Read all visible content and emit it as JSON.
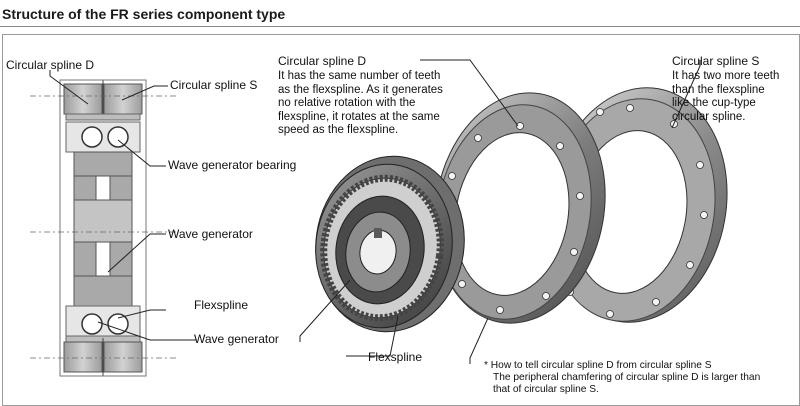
{
  "title": "Structure of the FR series component type",
  "labels": {
    "csd_left": "Circular spline D",
    "css_left": "Circular spline S",
    "wg_bearing": "Wave generator bearing",
    "wave_generator": "Wave generator",
    "flexspline_left": "Flexspline",
    "wave_generator_2": "Wave generator",
    "flexspline_center": "Flexspline",
    "csd_callout_title": "Circular spline D",
    "css_callout_title": "Circular spline S"
  },
  "descriptions": {
    "csd": [
      "It has the same number of teeth",
      "as the flexspline. As it generates",
      "no relative rotation with the",
      "flexspline, it rotates at the same",
      "speed as the flexspline."
    ],
    "css": [
      "It has two more teeth",
      "than the flexspline",
      "like the cup-type",
      "circular spline."
    ]
  },
  "note": {
    "line1": "*  How to tell circular spline D from circular spline S",
    "line2": "The peripheral chamfering of circular spline D is larger than",
    "line3": "that of circular spline S."
  }
}
